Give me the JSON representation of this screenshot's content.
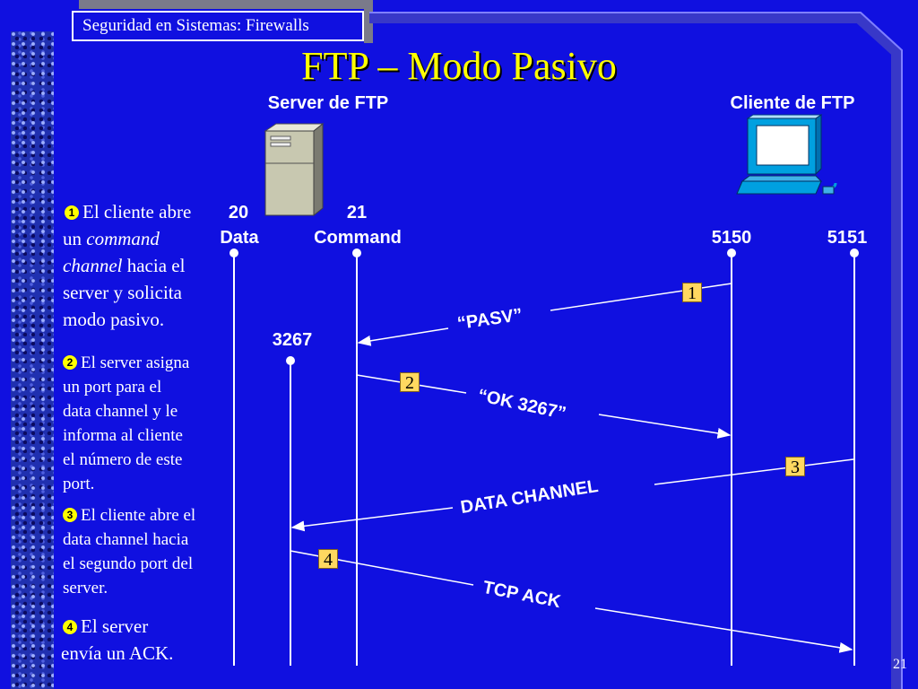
{
  "header": {
    "section_title": "Seguridad en Sistemas: Firewalls"
  },
  "slide": {
    "title": "FTP – Modo Pasivo",
    "page_number": "21"
  },
  "server": {
    "title": "Server de FTP",
    "port_data": "20",
    "port_data_label": "Data",
    "port_command": "21",
    "port_command_label": "Command",
    "port_passive": "3267"
  },
  "client": {
    "title": "Cliente de FTP",
    "port_a": "5150",
    "port_b": "5151"
  },
  "messages": {
    "pasv": "“PASV”",
    "ok": "“OK 3267”",
    "data_channel": "DATA CHANNEL",
    "tcp_ack": "TCP ACK"
  },
  "steps": {
    "s1_badge": "❶",
    "s2_badge": "❷",
    "s3_badge": "❸",
    "s4_badge": "❹",
    "s1_num": "1",
    "s2_num": "2",
    "s3_num": "3",
    "s4_num": "4",
    "s1_a": "El cliente abre",
    "s1_b": "un ",
    "s1_c": "command",
    "s1_d": "channel",
    "s1_e": " hacia el",
    "s1_f": "server y solicita",
    "s1_g": "modo pasivo.",
    "s2_a": "El server asigna",
    "s2_b": "un port para el",
    "s2_c": "data channel y le",
    "s2_d": "informa al cliente",
    "s2_e": "el número de este",
    "s2_f": "port.",
    "s3_a": "El cliente abre el",
    "s3_b": "data channel hacia",
    "s3_c": "el segundo port del",
    "s3_d": "server.",
    "s4_a": "El server",
    "s4_b": "envía un ACK."
  },
  "colors": {
    "background": "#1010e0",
    "title": "#ffff00",
    "step_badge": "#ffd860"
  },
  "icons": {
    "server": "server-tower-icon",
    "client": "computer-monitor-icon"
  }
}
